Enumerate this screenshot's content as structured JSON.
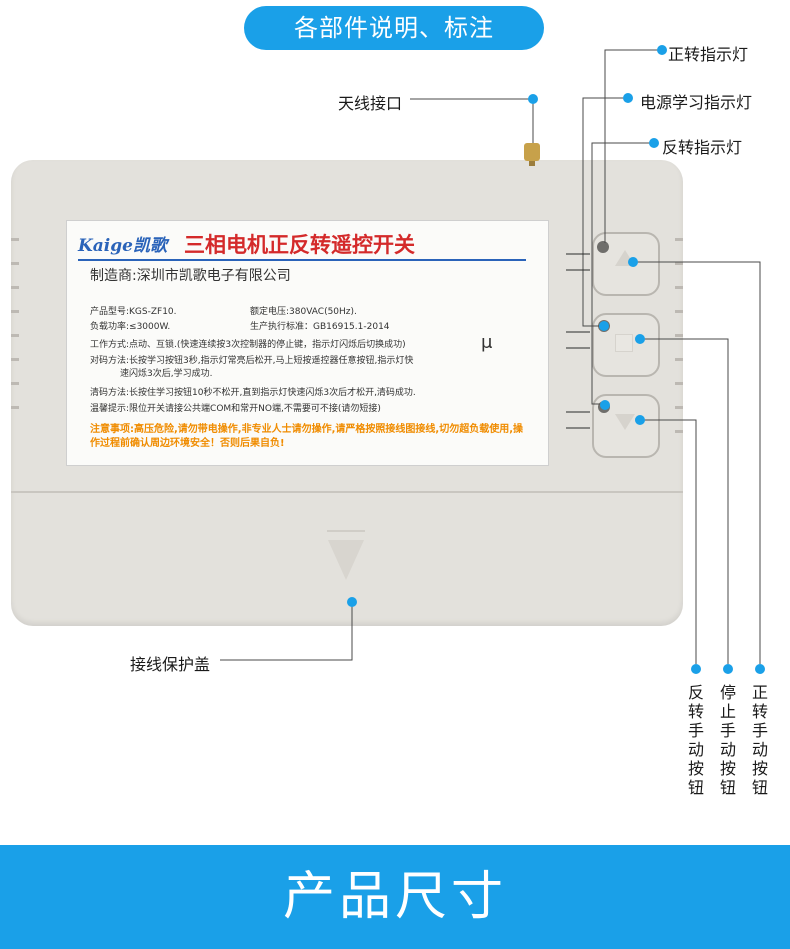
{
  "header": {
    "title": "各部件说明、标注"
  },
  "callouts": {
    "antenna": "天线接口",
    "forward_indicator": "正转指示灯",
    "power_learn_indicator": "电源学习指示灯",
    "reverse_indicator": "反转指示灯",
    "wiring_cover": "接线保护盖",
    "reverse_manual_button": "反转手动按钮",
    "stop_manual_button": "停止手动按钮",
    "forward_manual_button": "正转手动按钮"
  },
  "device_label": {
    "brand": "Kaige凯歌",
    "product_title": "三相电机正反转遥控开关",
    "manufacturer": "制造商:深圳市凯歌电子有限公司",
    "model": "产品型号:KGS-ZF10.",
    "voltage": "额定电压:380VAC(50Hz).",
    "power": "负载功率:≤3000W.",
    "standard": "生产执行标准：GB16915.1-2014",
    "work_mode": "工作方式:点动、互锁.(快速连续按3次控制器的停止键，指示灯闪烁后切换成功)",
    "pairing_1": "对码方法:长按学习按钮3秒,指示灯常亮后松开,马上短按遥控器任意按钮,指示灯快",
    "pairing_2": "速闪烁3次后,学习成功.",
    "clear": "清码方法:长按住学习按钮10秒不松开,直到指示灯快速闪烁3次后才松开,清码成功.",
    "tip": "温馨提示:限位开关请接公共端COM和常开NO端,不需要可不接(请勿短接)",
    "warning": "注意事项:高压危险,请勿带电操作,非专业人士请勿操作,请严格按照接线图接线,切勿超负载使用,操作过程前确认周边环境安全！否则后果自负!",
    "symbol": "μ"
  },
  "footer": {
    "title": "产品尺寸"
  },
  "colors": {
    "accent": "#1aa0e8",
    "title_red": "#d42a2a",
    "brand_blue": "#2a63b9",
    "warning_orange": "#f08c00"
  }
}
